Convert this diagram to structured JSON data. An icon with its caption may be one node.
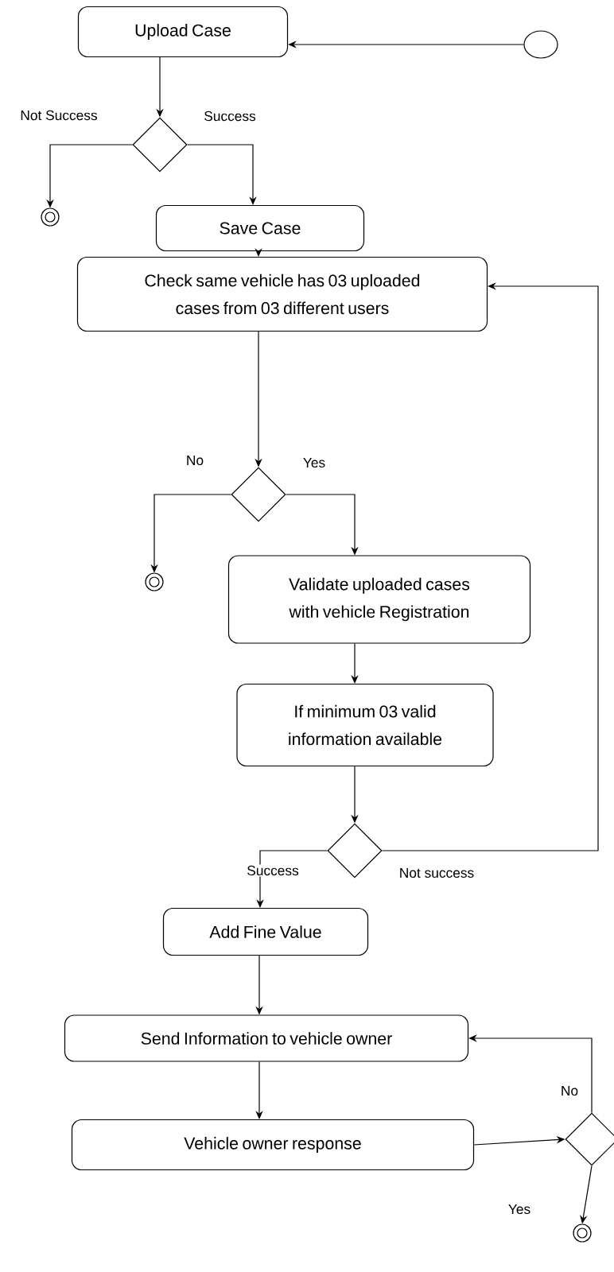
{
  "diagram": {
    "nodes": [
      {
        "text": [
          "Upload Case"
        ]
      },
      {
        "text": [],
        "shape": "circle"
      },
      {
        "text": [],
        "shape": "diamond"
      },
      {
        "text": [],
        "shape": "circle"
      },
      {
        "text": [
          "Save Case"
        ]
      },
      {
        "text": [
          "Check same vehicle has 03 uploaded cases from 03 different users"
        ]
      },
      {
        "text": [],
        "shape": "diamond"
      },
      {
        "text": [],
        "shape": "circle"
      },
      {
        "text": [
          "Validate uploaded cases with vehicle Registration"
        ]
      },
      {
        "text": [
          "If minimum 03 valid information available"
        ]
      },
      {
        "text": [],
        "shape": "diamond"
      },
      {
        "text": [
          "Add Fine Value"
        ]
      },
      {
        "text": [
          "Send Information to vehicle owner"
        ]
      },
      {
        "text": [
          "Vehicle owner response"
        ]
      },
      {
        "text": [],
        "shape": "diamond"
      },
      {
        "text": [],
        "shape": "circle"
      }
    ],
    "edges": [
      {
        "from": 1,
        "to": 0,
        "arrow": "to"
      },
      {
        "from": 0,
        "to": 2,
        "arrow": "to"
      },
      {
        "from": 2,
        "to": 3,
        "arrow": "to",
        "label": "Not Success"
      },
      {
        "from": 2,
        "to": 4,
        "arrow": "to",
        "label": "Success"
      },
      {
        "from": 4,
        "to": 5,
        "arrow": "to"
      },
      {
        "from": 5,
        "to": 6,
        "arrow": "to"
      },
      {
        "from": 6,
        "to": 7,
        "arrow": "to",
        "label": "No"
      },
      {
        "from": 6,
        "to": 8,
        "arrow": "to",
        "label": "Yes"
      },
      {
        "from": 8,
        "to": 9,
        "arrow": "to"
      },
      {
        "from": 9,
        "to": 10,
        "arrow": "to"
      },
      {
        "from": 10,
        "to": 11,
        "arrow": "to",
        "label": "Success"
      },
      {
        "from": 10,
        "to": 5,
        "arrow": "to",
        "label": "Not success"
      },
      {
        "from": 11,
        "to": 12,
        "arrow": "to"
      },
      {
        "from": 12,
        "to": 13,
        "arrow": "to"
      },
      {
        "from": 13,
        "to": 14,
        "arrow": "to"
      },
      {
        "from": 14,
        "to": 12,
        "arrow": "to",
        "label": "No"
      },
      {
        "from": 14,
        "to": 15,
        "arrow": "to",
        "label": "Yes"
      }
    ]
  }
}
